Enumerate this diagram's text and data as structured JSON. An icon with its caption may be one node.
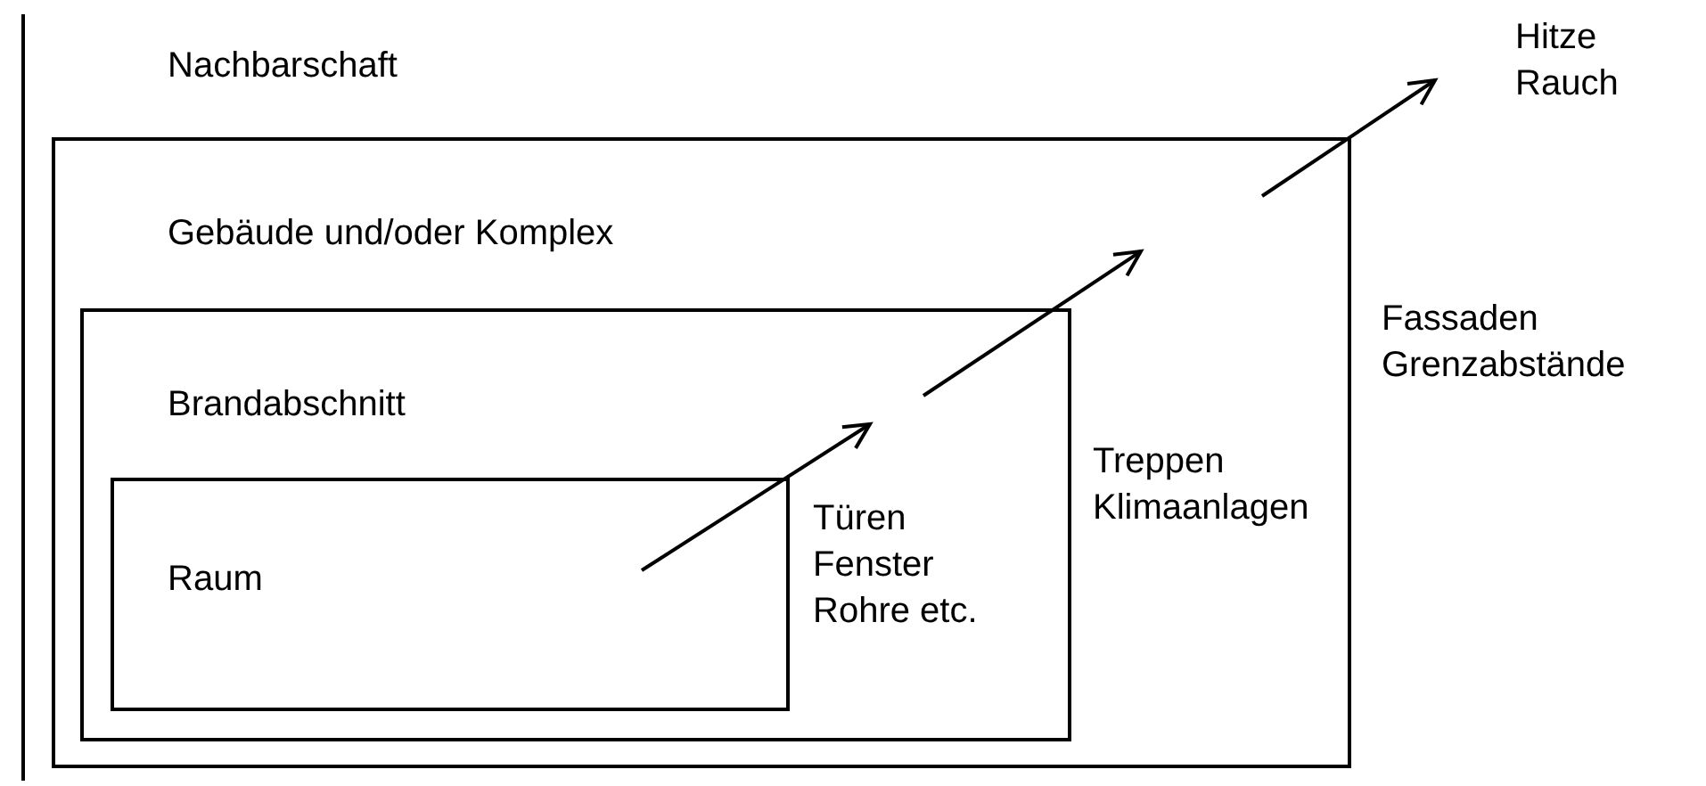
{
  "diagram": {
    "nodes": [
      {
        "text": [
          "Nachbarschaft"
        ]
      },
      {
        "text": [
          "Gebäude und/oder Komplex"
        ],
        "in": 0,
        "beside": [
          "Fassaden Grenzabstände"
        ]
      },
      {
        "text": [
          "Brandabschnitt"
        ],
        "in": 1,
        "beside": [
          "Treppen Klimaanlagen"
        ]
      },
      {
        "text": [
          "Raum"
        ],
        "in": 2,
        "beside": [
          "Türen Fenster Rohre etc."
        ]
      },
      {
        "text": [
          "Hitze Rauch"
        ],
        "in": 0
      }
    ]
  }
}
